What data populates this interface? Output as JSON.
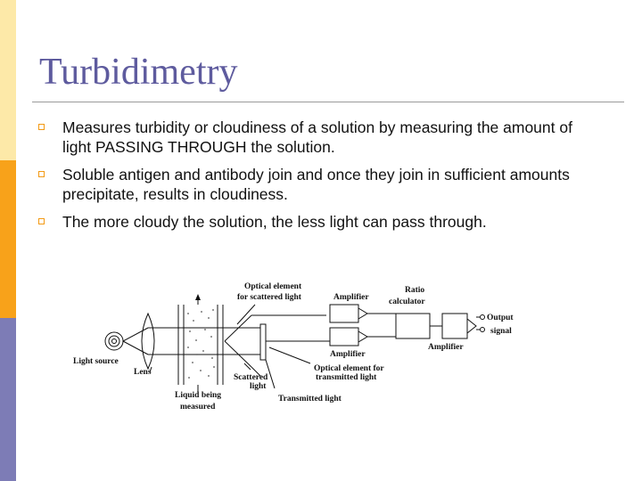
{
  "slide": {
    "title": "Turbidimetry",
    "bullets": [
      "Measures turbidity or cloudiness of a solution by measuring the amount of light PASSING THROUGH the solution.",
      "Soluble antigen and antibody join and once they join in sufficient amounts precipitate, results in cloudiness.",
      "The more cloudy the solution, the less light can pass through."
    ],
    "accent_colors": {
      "title": "#5e5b9e",
      "bullet": "#f39a14",
      "bar_top": "#fde9a8",
      "bar_mid": "#f8a21a",
      "bar_bottom": "#7d7cb6"
    }
  },
  "diagram": {
    "labels": {
      "light_source": "Light source",
      "lens": "Lens",
      "liquid_line1": "Liquid being",
      "liquid_line2": "measured",
      "scattered_line1": "Scattered",
      "scattered_line2": "light",
      "transmitted": "Transmitted light",
      "opt_scat_line1": "Optical element",
      "opt_scat_line2": "for scattered light",
      "opt_trans_line1": "Optical element for",
      "opt_trans_line2": "transmitted light",
      "amplifier_top": "Amplifier",
      "amplifier_bottom": "Amplifier",
      "amplifier_right": "Amplifier",
      "ratio_line1": "Ratio",
      "ratio_line2": "calculator",
      "output_line1": "Output",
      "output_line2": "signal"
    }
  }
}
